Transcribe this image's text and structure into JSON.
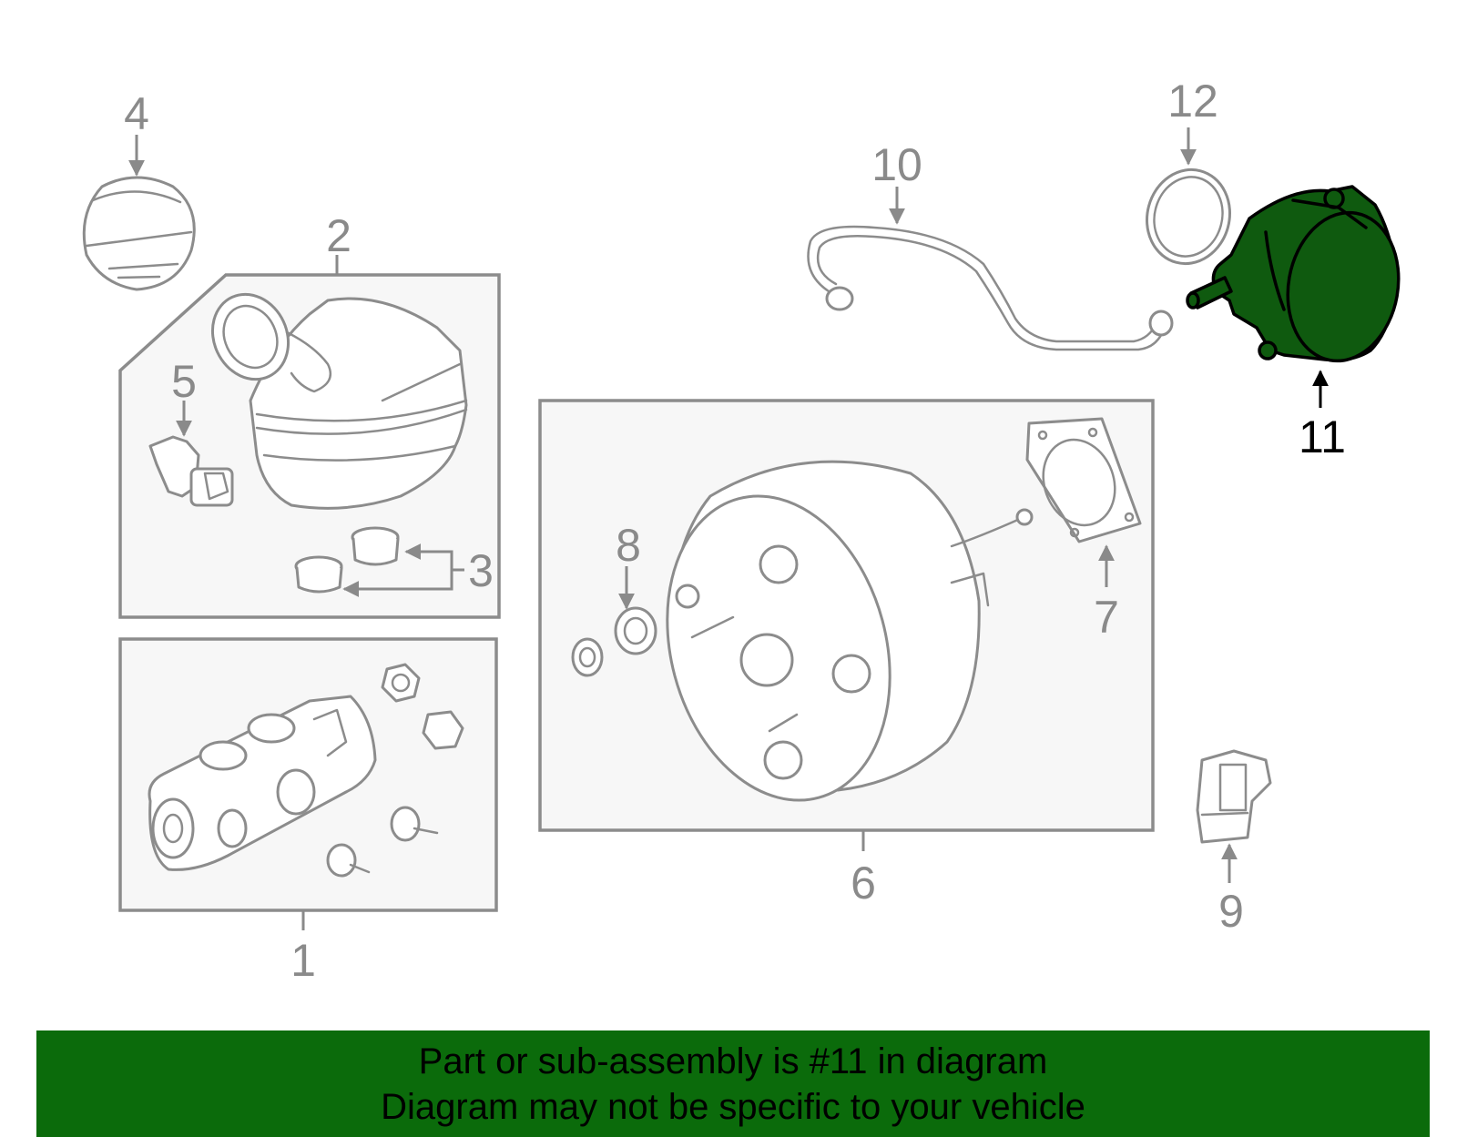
{
  "callouts": {
    "c1": "1",
    "c2": "2",
    "c3": "3",
    "c4": "4",
    "c5": "5",
    "c6": "6",
    "c7": "7",
    "c8": "8",
    "c9": "9",
    "c10": "10",
    "c11": "11",
    "c12": "12"
  },
  "highlight": {
    "part_number": "11",
    "color": "#0f5a0f",
    "banner_color": "#0b6b0b"
  },
  "banner": {
    "line1": "Part or sub-assembly is #11 in diagram",
    "line2": "Diagram may not be specific to your vehicle"
  }
}
